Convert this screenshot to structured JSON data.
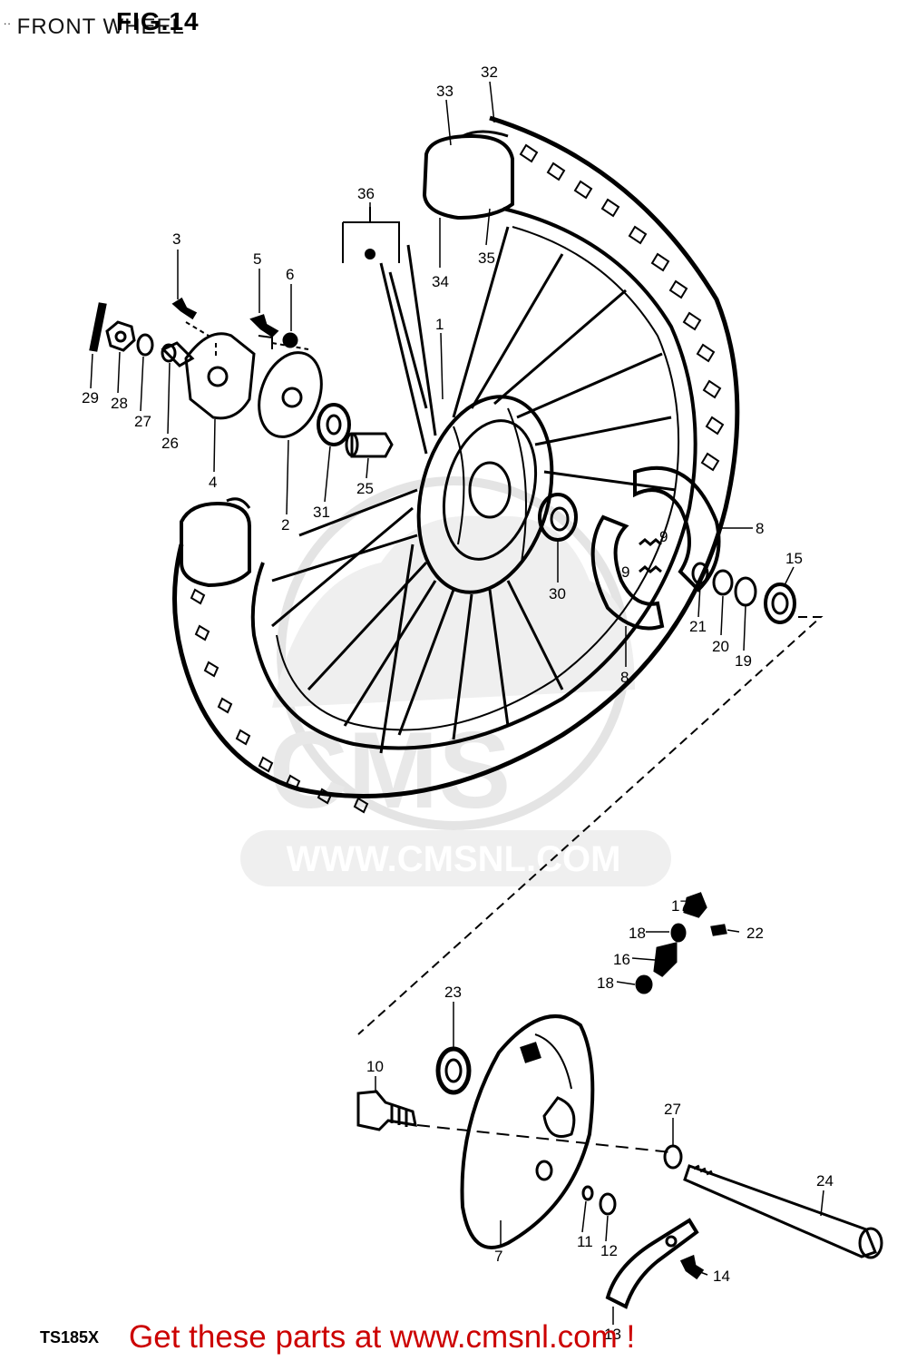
{
  "header": {
    "tick": "..",
    "title": "FRONT WHEEL",
    "fig_label": "FIG.14"
  },
  "watermark": {
    "logo_text": "CMS",
    "url_text": "WWW.CMSNL.COM"
  },
  "footer": {
    "model_code": "TS185X",
    "promo_text": "Get these parts at www.cmsnl.com !",
    "promo_color": "#cc0000"
  },
  "callouts": {
    "c1": "1",
    "c2": "2",
    "c3": "3",
    "c4": "4",
    "c5": "5",
    "c6": "6",
    "c7": "7",
    "c8a": "8",
    "c8b": "8",
    "c9a": "9",
    "c9b": "9",
    "c10": "10",
    "c11": "11",
    "c12": "12",
    "c13": "13",
    "c14": "14",
    "c15": "15",
    "c16": "16",
    "c17": "17",
    "c18a": "18",
    "c18b": "18",
    "c19": "19",
    "c20": "20",
    "c21": "21",
    "c22": "22",
    "c23": "23",
    "c24": "24",
    "c25": "25",
    "c26": "26",
    "c27a": "27",
    "c27b": "27",
    "c28": "28",
    "c29": "29",
    "c30": "30",
    "c31": "31",
    "c32": "32",
    "c33": "33",
    "c34": "34",
    "c35": "35",
    "c36": "36"
  }
}
